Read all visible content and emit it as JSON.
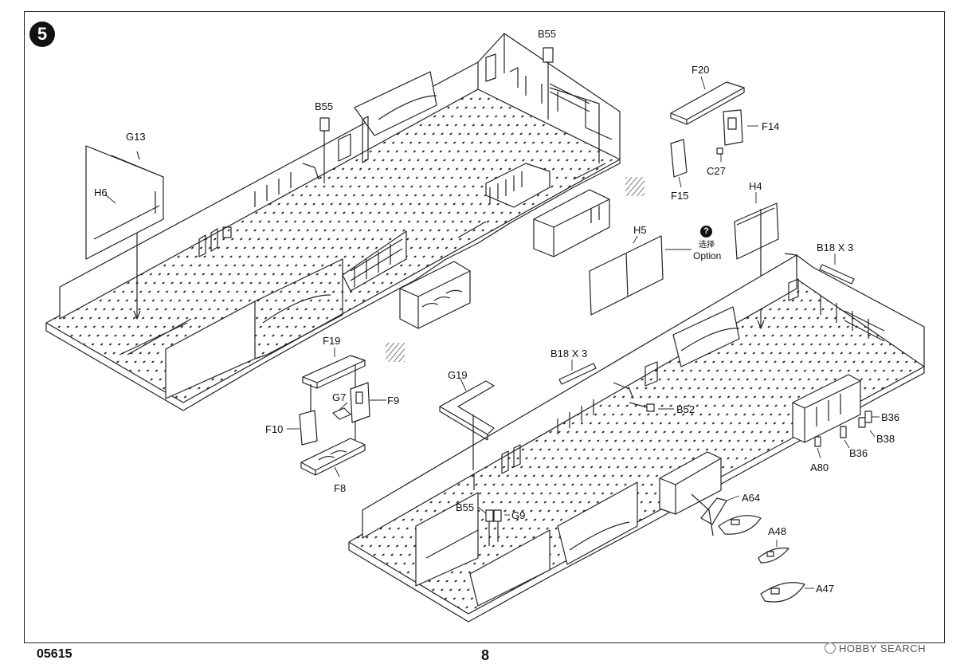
{
  "step": {
    "number": "5"
  },
  "footer": {
    "code": "05615",
    "page": "8"
  },
  "watermark": {
    "text": "HOBBY SEARCH"
  },
  "option": {
    "icon": "?",
    "label_cn": "选择",
    "label_en": "Option"
  },
  "parts": {
    "b55_top": "B55",
    "b55_left": "B55",
    "b55_bottom": "B55",
    "g13": "G13",
    "h6": "H6",
    "f20": "F20",
    "f14": "F14",
    "c27": "C27",
    "f15": "F15",
    "h4": "H4",
    "h5": "H5",
    "b18_right": "B18 X 3",
    "b18_mid": "B18 X 3",
    "f19": "F19",
    "g7": "G7",
    "f9": "F9",
    "f10": "F10",
    "f8": "F8",
    "g19": "G19",
    "b52": "B52",
    "g9": "G9",
    "b36_a": "B36",
    "b38": "B38",
    "b36_b": "B36",
    "a80": "A80",
    "a64": "A64",
    "a48": "A48",
    "a47": "A47"
  },
  "colors": {
    "line": "#222222",
    "panel": "#ffffff",
    "hatch": "#555555",
    "dot": "#222222"
  }
}
